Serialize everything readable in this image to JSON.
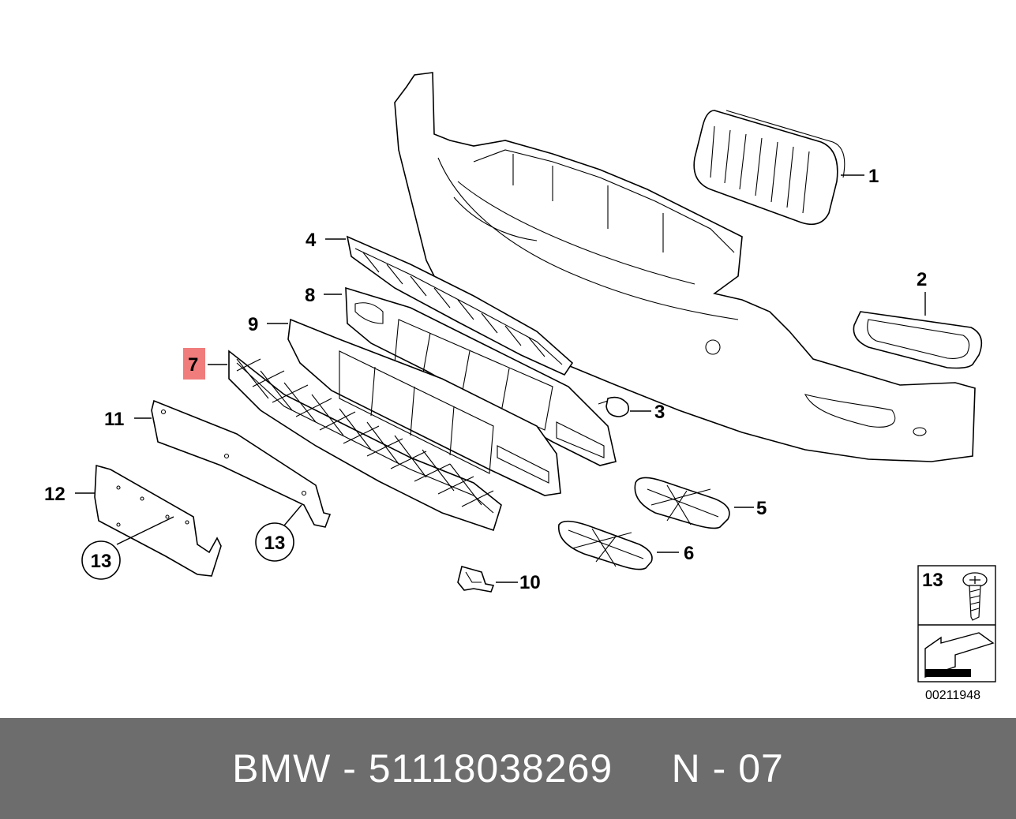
{
  "diagram": {
    "callouts": {
      "c1": "1",
      "c2": "2",
      "c3": "3",
      "c4": "4",
      "c5": "5",
      "c6": "6",
      "c7": "7",
      "c8": "8",
      "c9": "9",
      "c10": "10",
      "c11": "11",
      "c12": "12",
      "c13a": "13",
      "c13b": "13"
    },
    "highlighted_callout": "7",
    "highlight_color": "#f07c7c",
    "legend_box": {
      "number": "13"
    },
    "image_id": "00211948"
  },
  "footer": {
    "text": "BMW - 51118038269     N - 07",
    "background": "#6d6d6d"
  }
}
